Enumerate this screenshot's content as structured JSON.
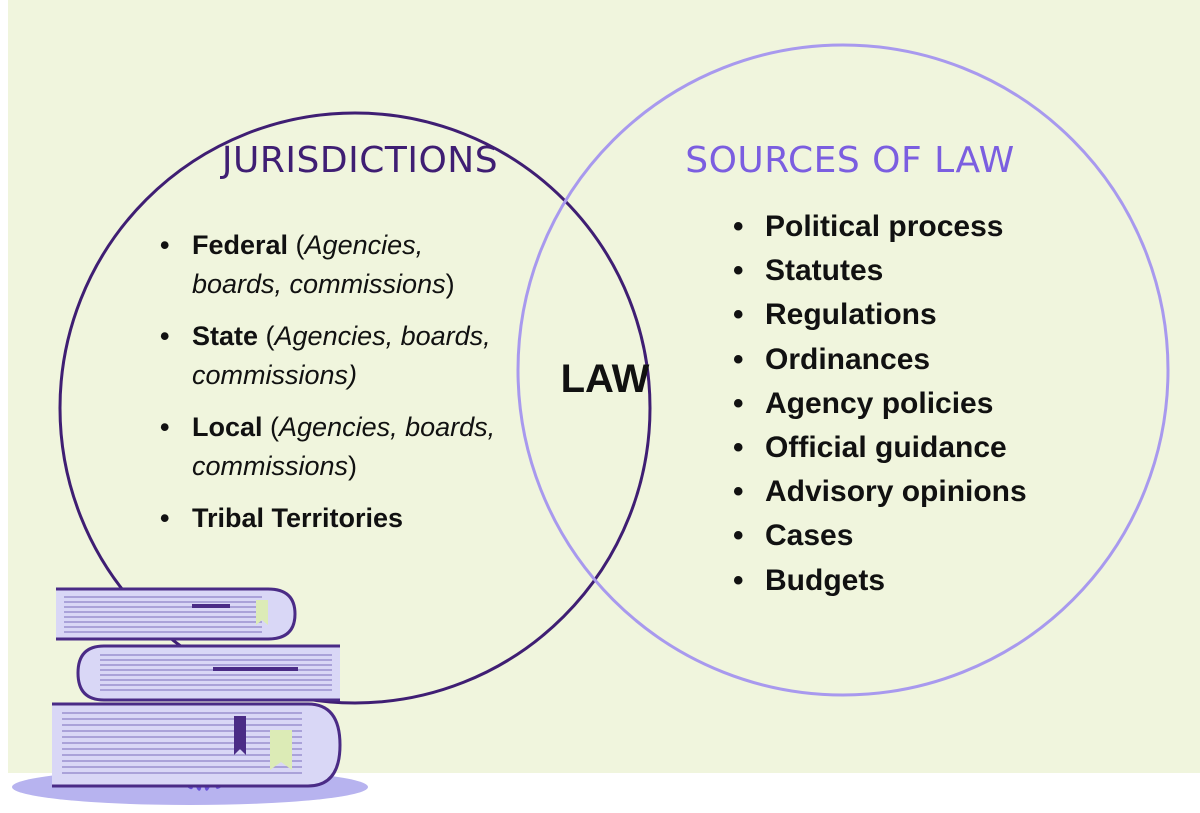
{
  "colors": {
    "background": "#f0f5dd",
    "left_circle": "#3f1e73",
    "right_circle": "#a899ee",
    "left_heading": "#3f1e73",
    "right_heading": "#7b5ee0",
    "books_fill": "#d9d7f6",
    "books_outline": "#4a2b86",
    "bookmark_light": "#dcebb6",
    "plant": "#6a52d9",
    "shadow": "#b7b3ef"
  },
  "icons": [
    "book-stack-icon",
    "plant-icon"
  ],
  "left": {
    "heading": "JURISDICTIONS",
    "items": [
      {
        "name": "Federal",
        "open": " (",
        "detail": "Agencies, boards, commissions",
        "close": ")"
      },
      {
        "name": "State",
        "open": " (",
        "detail": "Agencies, boards, commissions)",
        "close": ""
      },
      {
        "name": "Local",
        "open": " (",
        "detail": "Agencies, boards, commissions",
        "close": ")"
      },
      {
        "name": "Tribal Territories",
        "open": "",
        "detail": "",
        "close": ""
      }
    ]
  },
  "center": {
    "label": "LAW"
  },
  "right": {
    "heading": "SOURCES OF LAW",
    "items": [
      "Political process",
      "Statutes",
      "Regulations",
      "Ordinances",
      "Agency policies",
      "Official guidance",
      "Advisory opinions",
      "Cases",
      "Budgets"
    ]
  }
}
